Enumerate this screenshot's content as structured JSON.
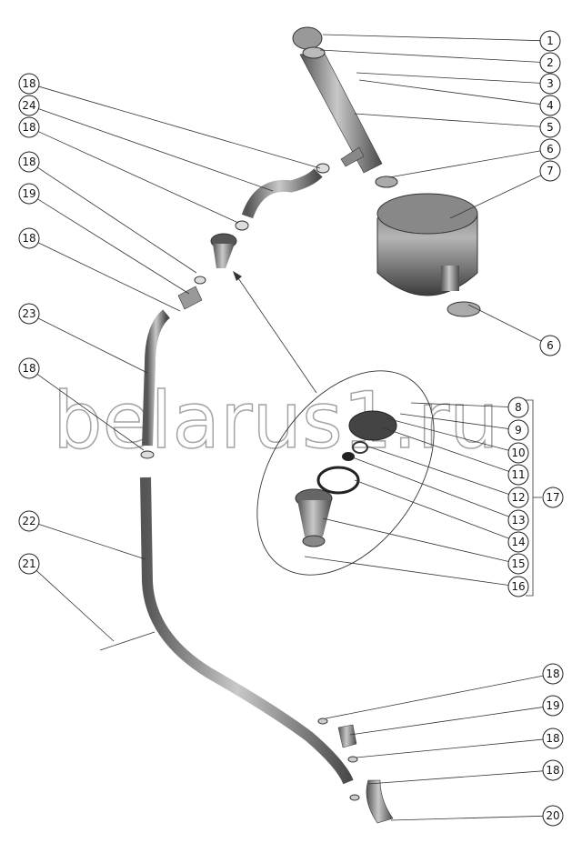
{
  "watermark": "belarus1.ru",
  "callouts": {
    "right_top": [
      "1",
      "2",
      "3",
      "4",
      "5",
      "6",
      "7",
      "6"
    ],
    "insert": [
      "8",
      "9",
      "10",
      "11",
      "12",
      "13",
      "14",
      "15",
      "16"
    ],
    "group": "17",
    "left": [
      "18",
      "24",
      "18",
      "18",
      "19",
      "18",
      "23",
      "18",
      "22",
      "21"
    ],
    "bottom_right": [
      "18",
      "19",
      "18",
      "18",
      "20"
    ]
  },
  "colors": {
    "part_fill": "#8a8a8a",
    "part_dark": "#3a3a3a",
    "line": "#333333"
  }
}
